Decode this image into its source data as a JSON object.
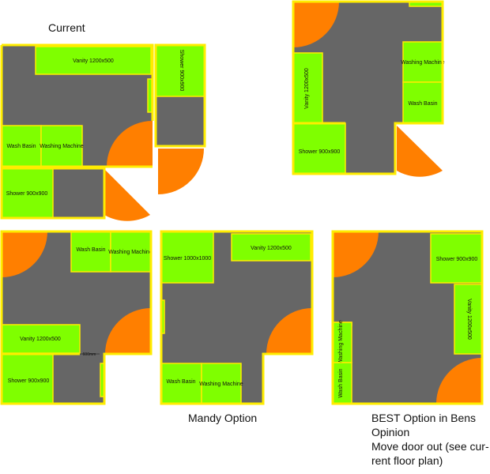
{
  "captions": {
    "current": "Current",
    "mandy": "Mandy Option",
    "best": [
      "BEST Option in Bens",
      "Opinion",
      "Move door out (see cur-",
      "rent floor plan)"
    ]
  },
  "colors": {
    "floor": "#666666",
    "fixture": "#7FFF00",
    "door": "#FF7F00",
    "wall": "#FFEC00",
    "text": "#111111"
  },
  "plans": {
    "current": {
      "vanity": "Vanity 1200x500",
      "wash_basin": "Wash Basin",
      "washing_machine": "Washing Machine",
      "shower": "Shower 900x900",
      "shower_vertical": "Shower 900x900"
    },
    "top_right": {
      "vanity": "Vanity 1200x500",
      "washing_machine": "Washing Machine",
      "wash_basin": "Wash Basin",
      "shower": "Shower 900x900"
    },
    "bottom_left": {
      "wash_basin": "Wash Basin",
      "washing_machine": "Washing Machine",
      "vanity": "Vanity 1200x500",
      "dimension": "600mm",
      "shower": "Shower 900x900"
    },
    "mandy": {
      "shower": "Shower 1000x1000",
      "vanity": "Vanity 1200x500",
      "wash_basin": "Wash Basin",
      "washing_machine": "Washing Machine"
    },
    "best": {
      "shower": "Shower 900x900",
      "vanity": "Vanity 1200x500",
      "washing_machine": "Washing Machine",
      "wash_basin": "Wash Basin"
    }
  }
}
